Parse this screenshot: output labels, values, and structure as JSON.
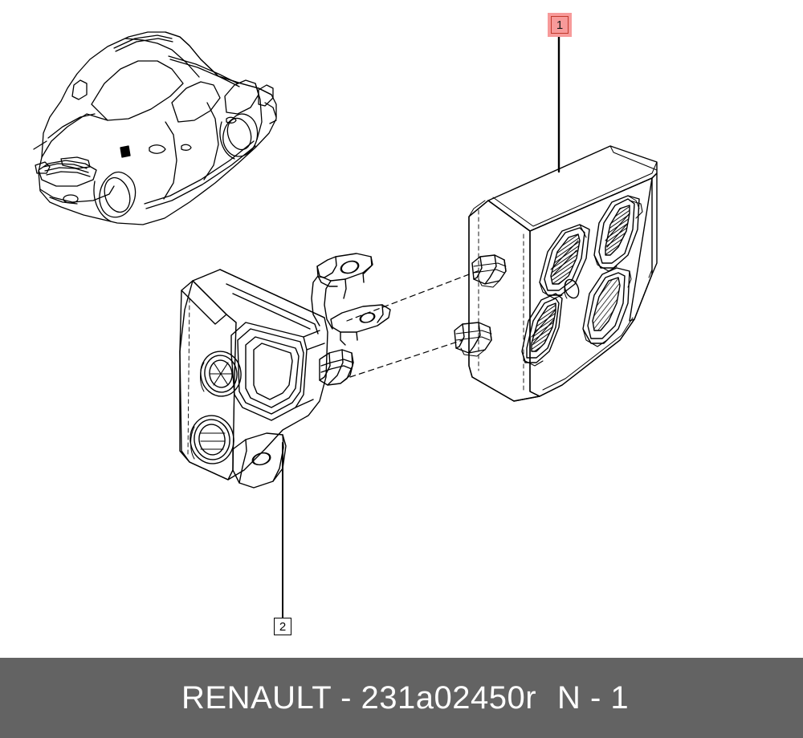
{
  "document": {
    "type": "parts-catalog-illustration",
    "background_color": "#ffffff"
  },
  "footer": {
    "background_color": "#636363",
    "text_color": "#ffffff",
    "part_text": "RENAULT - 231a02450r",
    "page_text": "N - 1"
  },
  "callouts": [
    {
      "id": "1",
      "label": "1",
      "highlighted": true,
      "highlight_color": "#f79a9a",
      "border_color": "#c0392b",
      "target": "control-unit-module"
    },
    {
      "id": "2",
      "label": "2",
      "highlighted": false,
      "highlight_color": "#ffffff",
      "border_color": "#000000",
      "target": "mounting-bracket"
    }
  ],
  "parts": [
    {
      "key": "vehicle-thumbnail",
      "name": "vehicle-outline-dacia-duster",
      "description": "Isometric line drawing of SUV with part location marker"
    },
    {
      "key": "control-unit-module",
      "name": "electronic-control-unit",
      "callout": "1",
      "connector_count": 4,
      "clip_count": 2
    },
    {
      "key": "mounting-bracket",
      "name": "control-unit-mounting-bracket",
      "callout": "2",
      "grommet_count": 2,
      "tab_hole_count": 3
    }
  ],
  "line_style": {
    "stroke": "#000000",
    "stroke_width": 1.4,
    "assembly_dash": "7 5"
  }
}
